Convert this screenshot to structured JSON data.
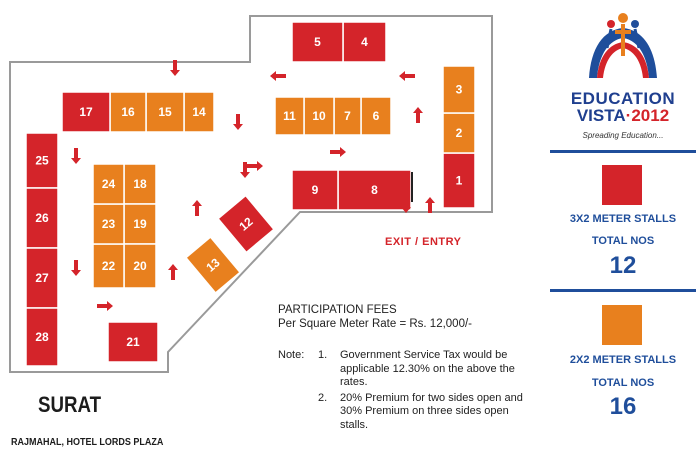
{
  "colors": {
    "red_stall": "#d4242a",
    "orange_stall": "#e8801e",
    "arrow": "#d4242a",
    "brand_blue": "#1f4e9b"
  },
  "stalls": [
    {
      "id": "1",
      "type": "red"
    },
    {
      "id": "2",
      "type": "orange"
    },
    {
      "id": "3",
      "type": "orange"
    },
    {
      "id": "4",
      "type": "red"
    },
    {
      "id": "5",
      "type": "red"
    },
    {
      "id": "6",
      "type": "orange"
    },
    {
      "id": "7",
      "type": "orange"
    },
    {
      "id": "8",
      "type": "red"
    },
    {
      "id": "9",
      "type": "red"
    },
    {
      "id": "10",
      "type": "orange"
    },
    {
      "id": "11",
      "type": "orange"
    },
    {
      "id": "12",
      "type": "red"
    },
    {
      "id": "13",
      "type": "orange"
    },
    {
      "id": "14",
      "type": "orange"
    },
    {
      "id": "15",
      "type": "orange"
    },
    {
      "id": "16",
      "type": "orange"
    },
    {
      "id": "17",
      "type": "red"
    },
    {
      "id": "18",
      "type": "orange"
    },
    {
      "id": "19",
      "type": "orange"
    },
    {
      "id": "20",
      "type": "orange"
    },
    {
      "id": "21",
      "type": "red"
    },
    {
      "id": "22",
      "type": "orange"
    },
    {
      "id": "23",
      "type": "orange"
    },
    {
      "id": "24",
      "type": "orange"
    },
    {
      "id": "25",
      "type": "red"
    },
    {
      "id": "26",
      "type": "red"
    },
    {
      "id": "27",
      "type": "red"
    },
    {
      "id": "28",
      "type": "red"
    }
  ],
  "exit_label": "EXIT / ENTRY",
  "fees": {
    "heading": "PARTICIPATION FEES",
    "rate": "Per Square Meter Rate = Rs. 12,000/-",
    "note_label": "Note:",
    "notes": [
      {
        "num": "1.",
        "text": "Government Service Tax would be applicable 12.30% on the above the rates."
      },
      {
        "num": "2.",
        "text": "20% Premium for two sides open and 30% Premium on three sides open stalls."
      }
    ]
  },
  "city": "SURAT",
  "venue": "RAJMAHAL, HOTEL LORDS PLAZA",
  "brand": {
    "line1": "EDUCATION",
    "line2_prefix": "VISTA",
    "line2_sep": "·",
    "year": "2012",
    "tagline": "Spreading Education..."
  },
  "legend": [
    {
      "title": "3X2 METER STALLS",
      "total_label": "TOTAL NOS",
      "count": "12",
      "color": "#d4242a"
    },
    {
      "title": "2X2 METER STALLS",
      "total_label": "TOTAL NOS",
      "count": "16",
      "color": "#e8801e"
    }
  ]
}
